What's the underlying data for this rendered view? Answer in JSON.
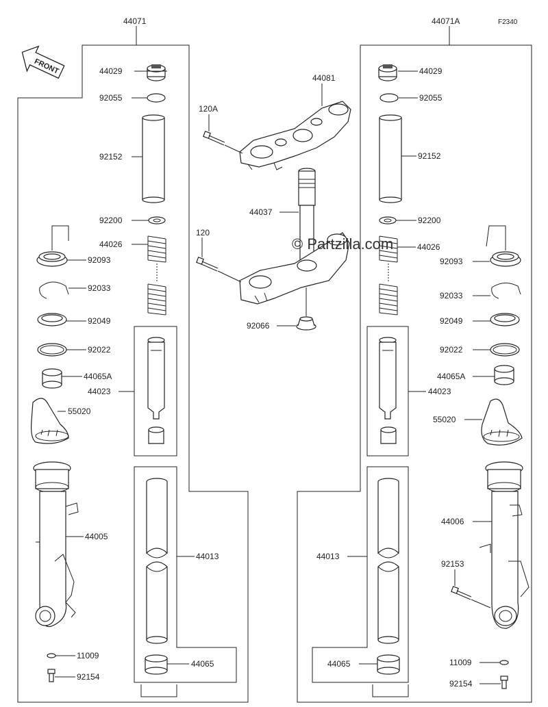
{
  "diagram_code": "F2340",
  "watermark": "© Partzilla.com",
  "front_badge": "FRONT",
  "left_assembly": {
    "title": "44071",
    "labels": {
      "cap": "44029",
      "oring": "92055",
      "spacer": "92152",
      "washer": "92200",
      "spring": "44026",
      "seal_cover": "92093",
      "clip": "92033",
      "oil_seal": "92049",
      "washer2": "92022",
      "bushing": "44065A",
      "cylinder": "44023",
      "guard": "55020",
      "outer_tube": "44005",
      "inner_tube": "44013",
      "bushing2": "44065",
      "gasket": "11009",
      "bolt": "92154"
    }
  },
  "right_assembly": {
    "title": "44071A",
    "labels": {
      "cap": "44029",
      "oring": "92055",
      "spacer": "92152",
      "washer": "92200",
      "spring": "44026",
      "seal_cover": "92093",
      "clip": "92033",
      "oil_seal": "92049",
      "washer2": "92022",
      "bushing": "44065A",
      "cylinder": "44023",
      "guard": "55020",
      "outer_tube": "44006",
      "inner_tube": "44013",
      "bushing2": "44065",
      "bolt_axle": "92153",
      "gasket": "11009",
      "bolt": "92154"
    }
  },
  "center": {
    "upper_bracket": "44081",
    "upper_bolt": "120A",
    "steering_stem": "44037",
    "lower_bolt": "120",
    "stem_cap": "92066"
  }
}
